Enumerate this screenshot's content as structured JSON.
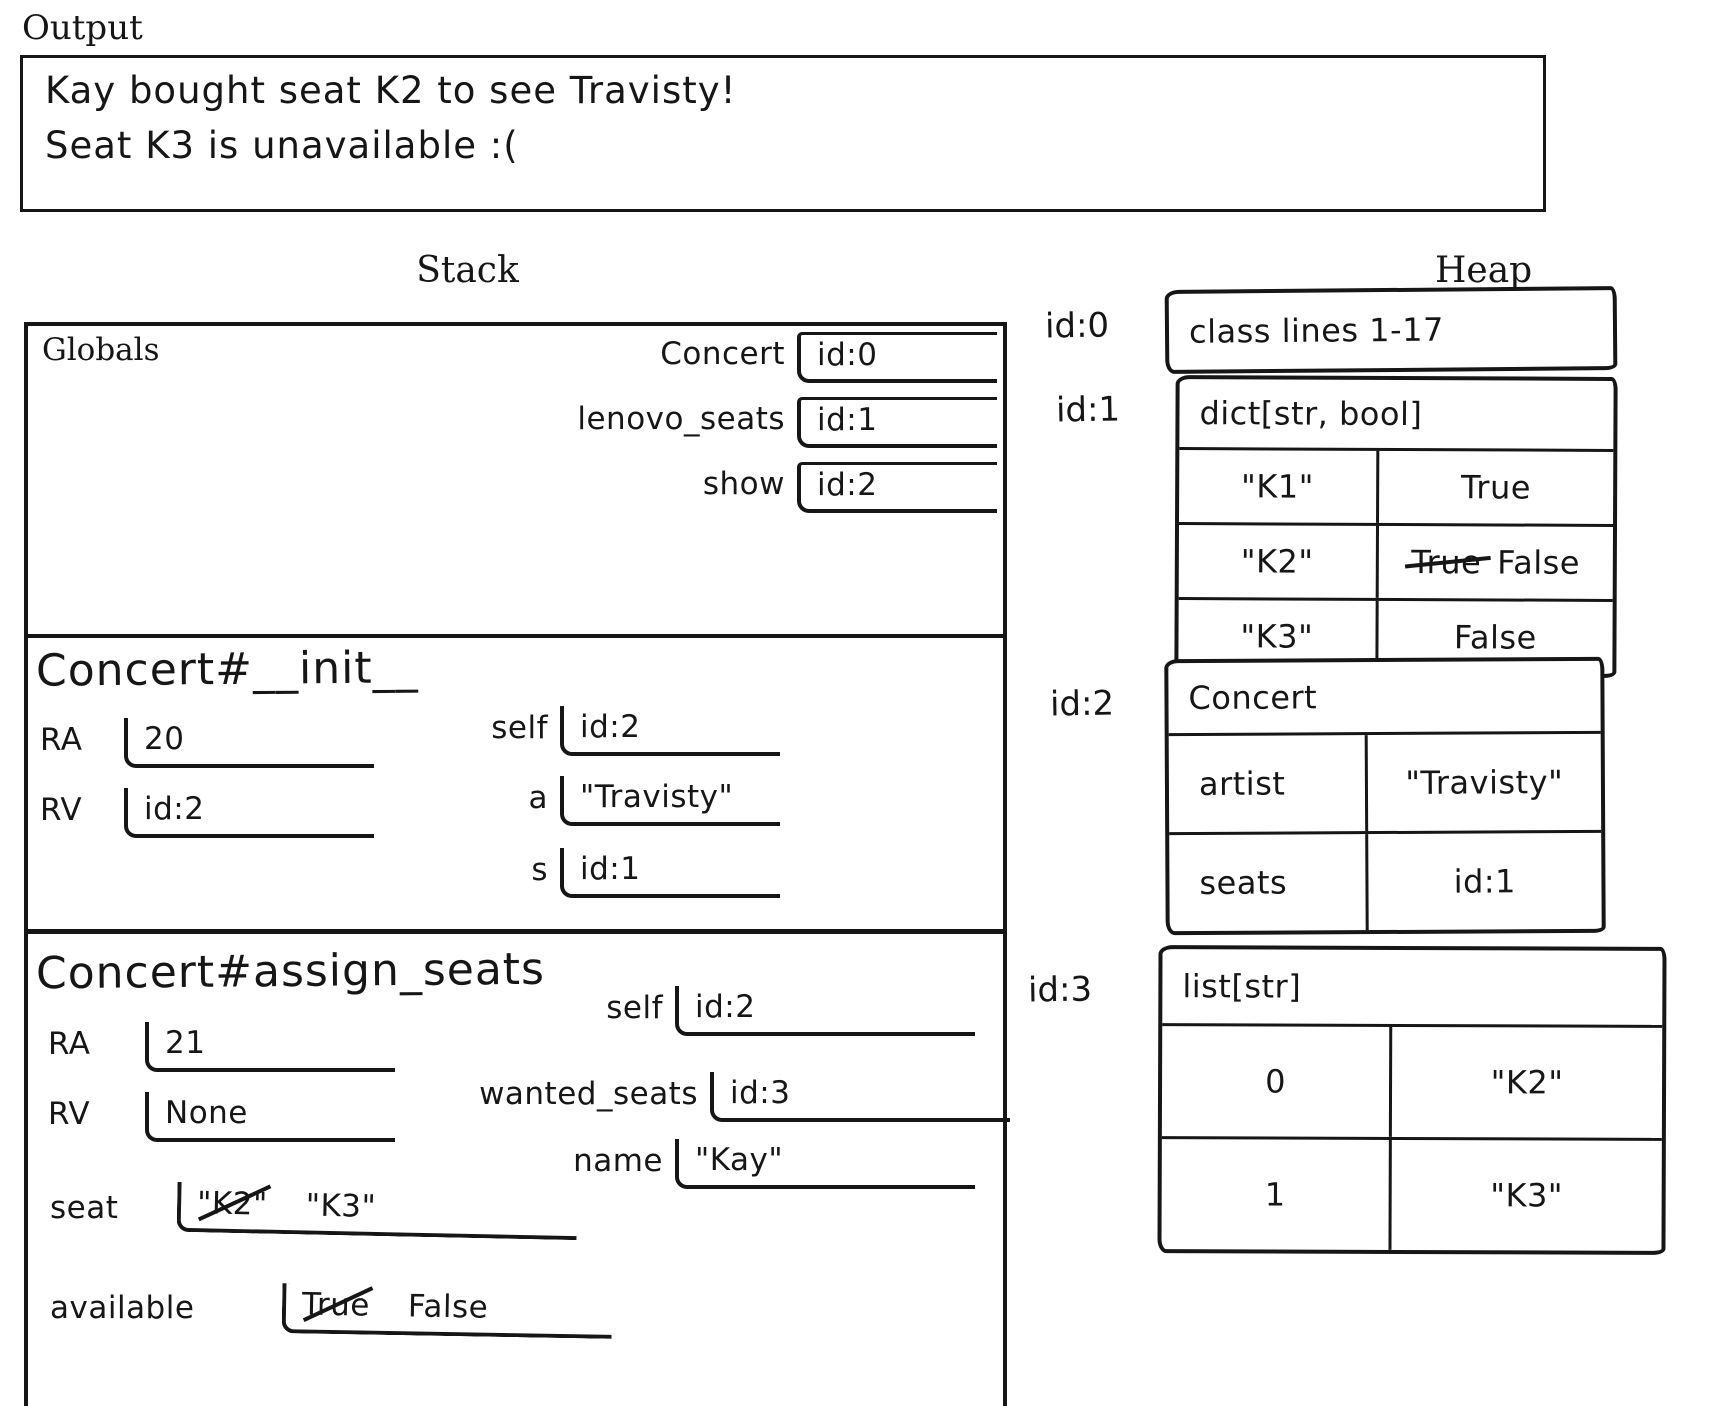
{
  "output": {
    "label": "Output",
    "lines": [
      "Kay bought seat K2 to see Travisty!",
      "Seat K3 is unavailable :("
    ]
  },
  "stack": {
    "label": "Stack",
    "globals_frame": {
      "title": "Globals",
      "vars": [
        {
          "name": "Concert",
          "value": "id:0"
        },
        {
          "name": "lenovo_seats",
          "value": "id:1"
        },
        {
          "name": "show",
          "value": "id:2"
        }
      ]
    },
    "init_frame": {
      "title": "Concert#__init__",
      "left_vars": [
        {
          "name": "RA",
          "value": "20"
        },
        {
          "name": "RV",
          "value": "id:2"
        }
      ],
      "right_vars": [
        {
          "name": "self",
          "value": "id:2"
        },
        {
          "name": "a",
          "value": "\"Travisty\""
        },
        {
          "name": "s",
          "value": "id:1"
        }
      ]
    },
    "assign_frame": {
      "title": "Concert#assign_seats",
      "left_vars": [
        {
          "name": "RA",
          "value": "21"
        },
        {
          "name": "RV",
          "value": "None"
        }
      ],
      "right_vars": [
        {
          "name": "self",
          "value": "id:2"
        },
        {
          "name": "wanted_seats",
          "value": "id:3"
        },
        {
          "name": "name",
          "value": "\"Kay\""
        }
      ],
      "local_vars": [
        {
          "name": "seat",
          "crossed_out": "\"K2\"",
          "value": "\"K3\""
        },
        {
          "name": "available",
          "crossed_out": "True",
          "value": "False"
        }
      ]
    }
  },
  "heap": {
    "label": "Heap",
    "objects": [
      {
        "id": "id:0",
        "header": "class lines 1-17",
        "rows": []
      },
      {
        "id": "id:1",
        "header": "dict[str, bool]",
        "rows": [
          {
            "key": "\"K1\"",
            "value": "True"
          },
          {
            "key": "\"K2\"",
            "crossed_out": "True",
            "value": "False"
          },
          {
            "key": "\"K3\"",
            "value": "False"
          }
        ]
      },
      {
        "id": "id:2",
        "header": "Concert",
        "rows": [
          {
            "key": "artist",
            "value": "\"Travisty\""
          },
          {
            "key": "seats",
            "value": "id:1"
          }
        ]
      },
      {
        "id": "id:3",
        "header": "list[str]",
        "rows": [
          {
            "key": "0",
            "value": "\"K2\""
          },
          {
            "key": "1",
            "value": "\"K3\""
          }
        ]
      }
    ]
  }
}
